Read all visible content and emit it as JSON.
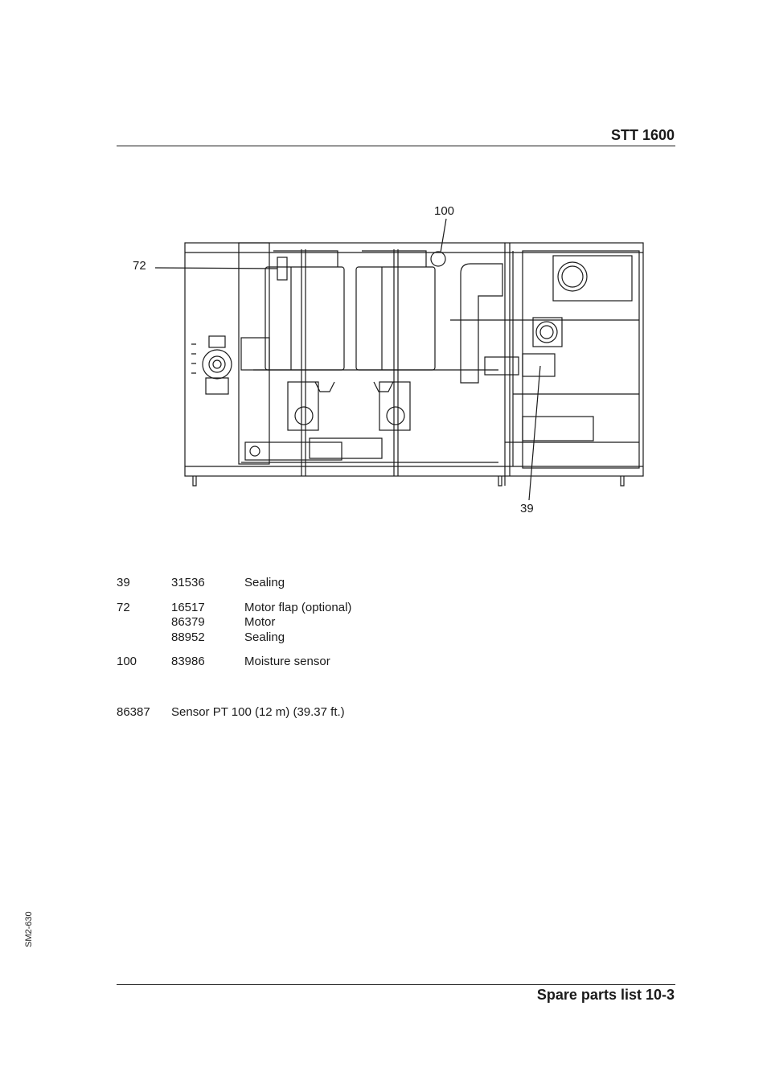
{
  "header": {
    "title": "STT 1600"
  },
  "footer": {
    "title": "Spare parts list 10-3"
  },
  "side_code": "SM2-630",
  "drawing": {
    "callouts": {
      "c100": "100",
      "c72": "72",
      "c39": "39"
    }
  },
  "parts": [
    {
      "pos": "39",
      "items": [
        {
          "number": "31536",
          "name": "Sealing"
        }
      ]
    },
    {
      "pos": "72",
      "items": [
        {
          "number": "16517",
          "name": "Motor flap (optional)"
        },
        {
          "number": "86379",
          "name": "Motor"
        },
        {
          "number": "88952",
          "name": "Sealing"
        }
      ]
    },
    {
      "pos": "100",
      "items": [
        {
          "number": "83986",
          "name": "Moisture sensor"
        }
      ]
    }
  ],
  "sensor": {
    "number": "86387",
    "name": "Sensor PT 100 (12 m) (39.37 ft.)"
  }
}
